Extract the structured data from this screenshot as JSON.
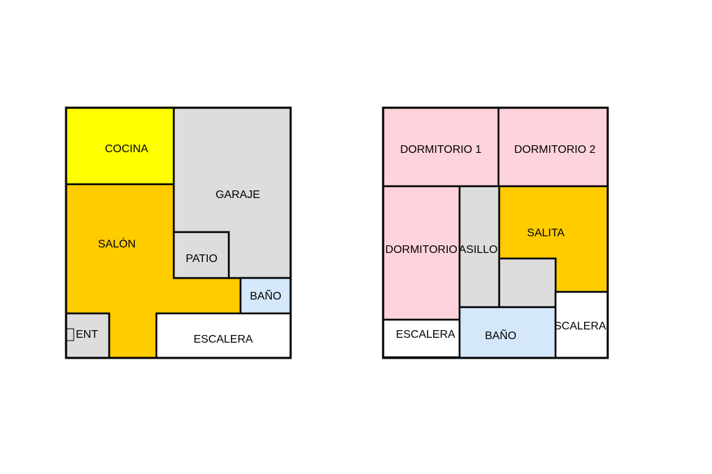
{
  "colors": {
    "yellow": "#ffff00",
    "orange": "#ffcc00",
    "grey": "#dddddd",
    "lightblue": "#d5e8fb",
    "pink": "#ffd3dc",
    "white": "#ffffff",
    "wall": "#000000"
  },
  "ground_floor": {
    "rooms": [
      {
        "id": "cocina",
        "label": "COCINA"
      },
      {
        "id": "salon",
        "label": "SALÓN"
      },
      {
        "id": "garaje",
        "label": "GARAJE"
      },
      {
        "id": "patio",
        "label": "PATIO"
      },
      {
        "id": "bano",
        "label": "BAÑO"
      },
      {
        "id": "ent",
        "label": "ENT"
      },
      {
        "id": "escalera",
        "label": "ESCALERA"
      }
    ]
  },
  "upper_floor": {
    "rooms": [
      {
        "id": "dormitorio1",
        "label": "DORMITORIO 1"
      },
      {
        "id": "dormitorio2",
        "label": "DORMITORIO 2"
      },
      {
        "id": "dormitorio3",
        "label": "DORMITORIO"
      },
      {
        "id": "pasillo",
        "label": "PASILLO"
      },
      {
        "id": "salita",
        "label": "SALITA"
      },
      {
        "id": "escalera_left",
        "label": "ESCALERA"
      },
      {
        "id": "bano",
        "label": "BAÑO"
      },
      {
        "id": "escalera_right",
        "label": "ESCALERA"
      }
    ]
  }
}
